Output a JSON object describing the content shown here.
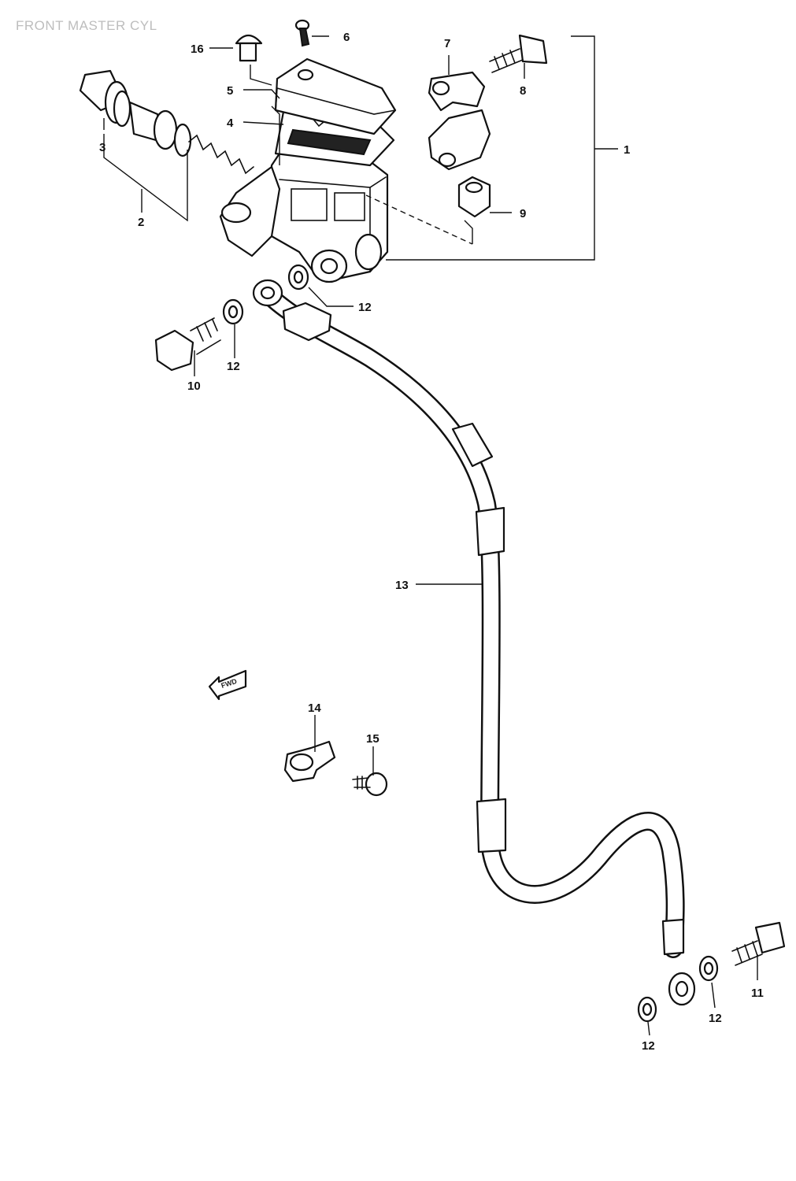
{
  "title": "FRONT MASTER CYL",
  "forward_marker": "FWD",
  "callouts": {
    "c1": "1",
    "c2": "2",
    "c3": "3",
    "c4": "4",
    "c5": "5",
    "c6": "6",
    "c7": "7",
    "c8": "8",
    "c9": "9",
    "c10": "10",
    "c11": "11",
    "c12a": "12",
    "c12b": "12",
    "c12c": "12",
    "c12d": "12",
    "c13": "13",
    "c14": "14",
    "c15": "15",
    "c16": "16"
  }
}
